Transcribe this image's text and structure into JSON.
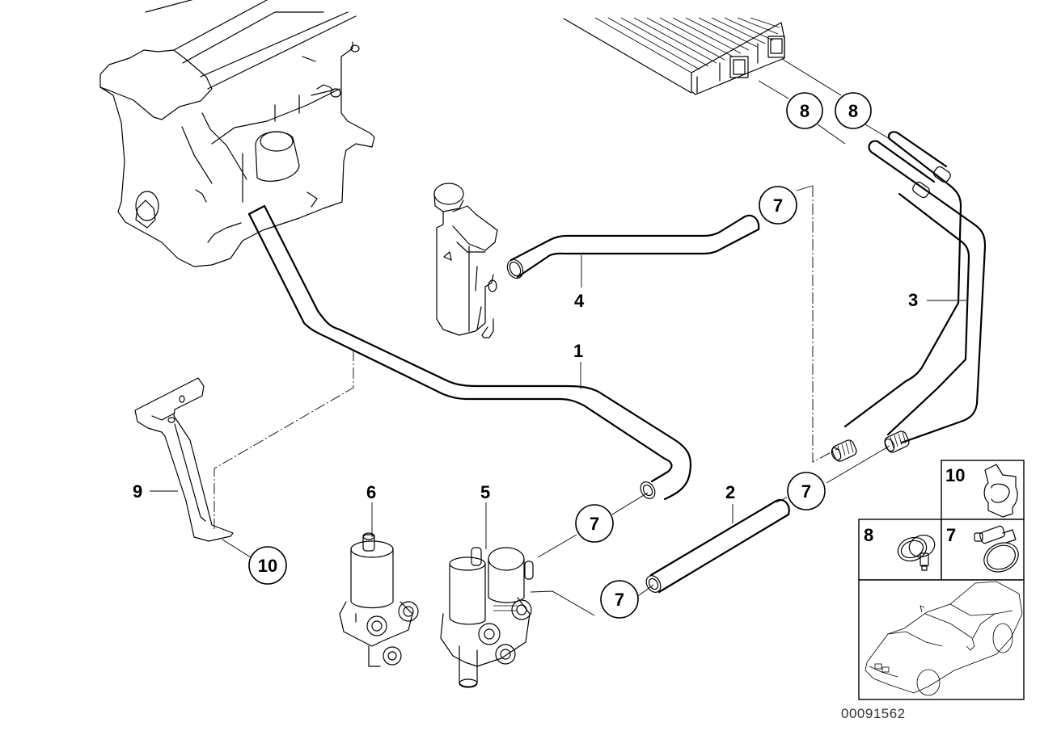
{
  "diagram": {
    "title": "Cooling water hoses / heater valves exploded parts diagram",
    "reference_number": "00091562",
    "part_labels": {
      "p1": "1",
      "p2": "2",
      "p3": "3",
      "p4": "4",
      "p5": "5",
      "p6": "6",
      "p9": "9"
    },
    "callouts": {
      "c8a": "8",
      "c8b": "8",
      "c7_hose4": "7",
      "c7_hose3": "7",
      "c7_hose1": "7",
      "c7_hose2": "7",
      "c10_bracket": "10"
    },
    "legend_boxes": {
      "box10": "10",
      "box8": "8",
      "box7": "7"
    },
    "components": [
      "engine-block",
      "heater-core",
      "expansion-tank",
      "hose-1",
      "hose-2",
      "pipe-3",
      "hose-4",
      "double-valve-5",
      "auxiliary-pump-6",
      "hose-clamp-7",
      "hose-clamp-8",
      "bracket-9",
      "clip-10",
      "vehicle-silhouette"
    ]
  }
}
